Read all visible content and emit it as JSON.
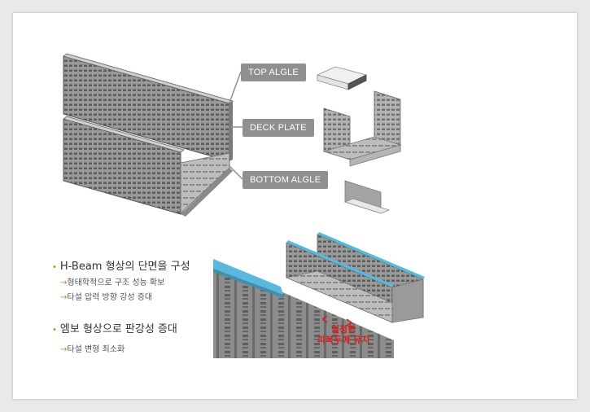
{
  "diagram": {
    "labels": {
      "top_angle": "TOP ALGLE",
      "deck_plate": "DECK PLATE",
      "bottom_angle": "BOTTOM ALGLE"
    },
    "features": [
      {
        "title": "H-Beam 형상의 단면을 구성",
        "details": [
          "형태학적으로 구조 성능 확보",
          "타설 압력 방향 강성 증대"
        ]
      },
      {
        "title": "엠보 형상으로 판강성 증대",
        "details": [
          "타설 변형 최소화"
        ]
      }
    ],
    "annotation": {
      "line1": "일정한",
      "line2": "피복두께 유지"
    },
    "colors": {
      "label_bg": "#8f8f8f",
      "bullet_accent": "#e07b1f",
      "annotation": "#d21f1f",
      "highlight_edge": "#5ab8dc"
    }
  }
}
